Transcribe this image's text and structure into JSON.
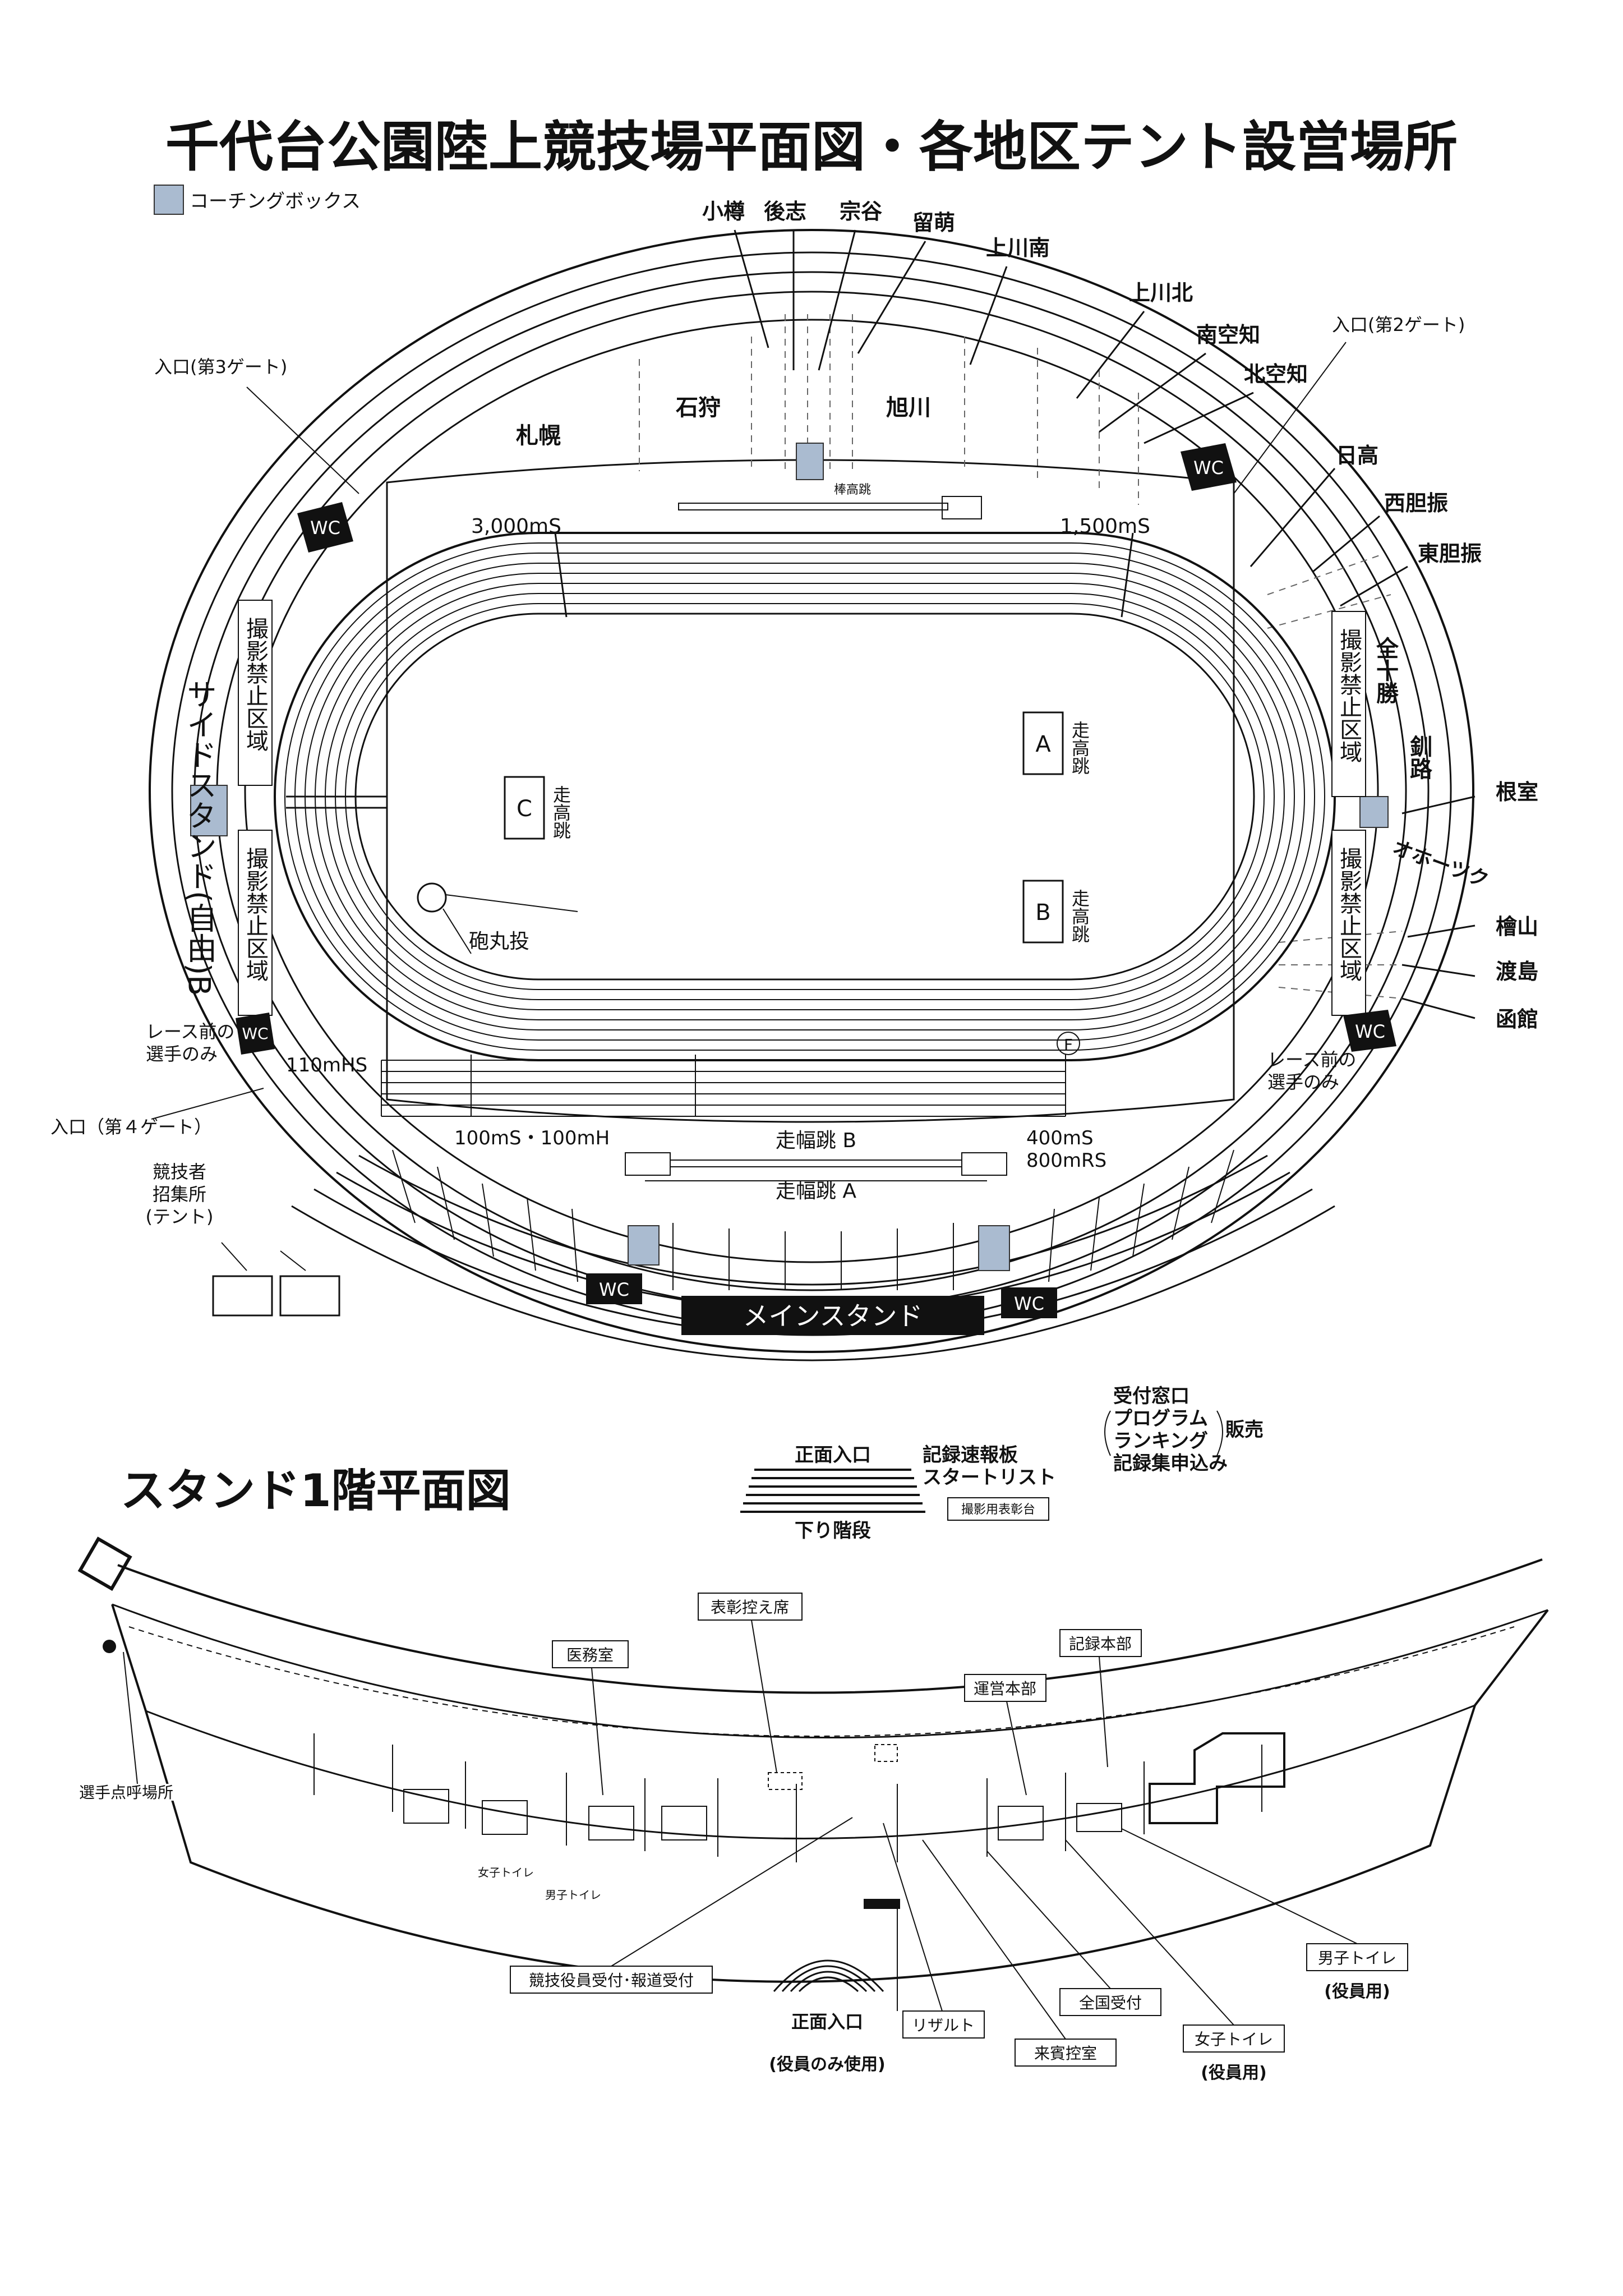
{
  "title": "千代台公園陸上競技場平面図・各地区テント設営場所",
  "legend": {
    "label": "コーチングボックス",
    "color": "#aabbd0"
  },
  "districts_top": [
    "小樽",
    "後志",
    "宗谷",
    "留萌",
    "上川南",
    "上川北",
    "南空知",
    "北空知"
  ],
  "districts_field": [
    "札幌",
    "石狩",
    "旭川"
  ],
  "districts_right": [
    "日高",
    "西胆振",
    "東胆振",
    "全十勝",
    "釧路",
    "根室",
    "オホーツク",
    "檜山",
    "渡島",
    "函館"
  ],
  "entrances": {
    "gate2": "入口(第2ゲート)",
    "gate3": "入口(第3ゲート)",
    "gate4": "入口（第４ゲート）"
  },
  "labels": {
    "pole_vault": "棒高跳",
    "s3000": "3,000mS",
    "s1500": "1,500mS",
    "no_photo": "撮影禁止区域",
    "side_stand": "サイドスタンド(自由)B",
    "high_jump": "走高跳",
    "jump_a": "A",
    "jump_b": "B",
    "jump_c": "C",
    "shot_put": "砲丸投",
    "f_mark": "F",
    "hs110": "110mHS",
    "m100": "100mS・100mH",
    "m400": "400mS",
    "m800": "800mRS",
    "long_jump_b": "走幅跳 B",
    "long_jump_a": "走幅跳 A",
    "race_only_left_1": "レース前の",
    "race_only_left_2": "選手のみ",
    "race_only_right_1": "レース前の",
    "race_only_right_2": "選手のみ",
    "call_1": "競技者",
    "call_2": "招集所",
    "call_3": "(テント)",
    "wc": "WC",
    "main_stand": "メインスタンド",
    "main_entrance": "正面入口",
    "down_stairs": "下り階段",
    "record_board_1": "記録速報板",
    "record_board_2": "スタートリスト",
    "photo_podium": "撮影用表彰台",
    "reception": "受付窓口",
    "program": "プログラム",
    "ranking": "ランキング",
    "sale": "販売",
    "record_apply": "記録集申込み"
  },
  "floor": {
    "title": "スタンド1階平面図",
    "award_wait": "表彰控え席",
    "medical": "医務室",
    "record_hq": "記録本部",
    "ops_hq": "運営本部",
    "call_place": "選手点呼場所",
    "women_wc": "女子トイレ",
    "men_wc": "男子トイレ",
    "officials_reception": "競技役員受付･報道受付",
    "main_entrance": "正面入口",
    "officials_only": "(役員のみ使用)",
    "result": "リザルト",
    "guest_room": "来賓控室",
    "national_reception": "全国受付",
    "men_wc_officials": "男子トイレ",
    "women_wc_officials": "女子トイレ",
    "officials_use_1": "(役員用)",
    "officials_use_2": "(役員用)"
  }
}
